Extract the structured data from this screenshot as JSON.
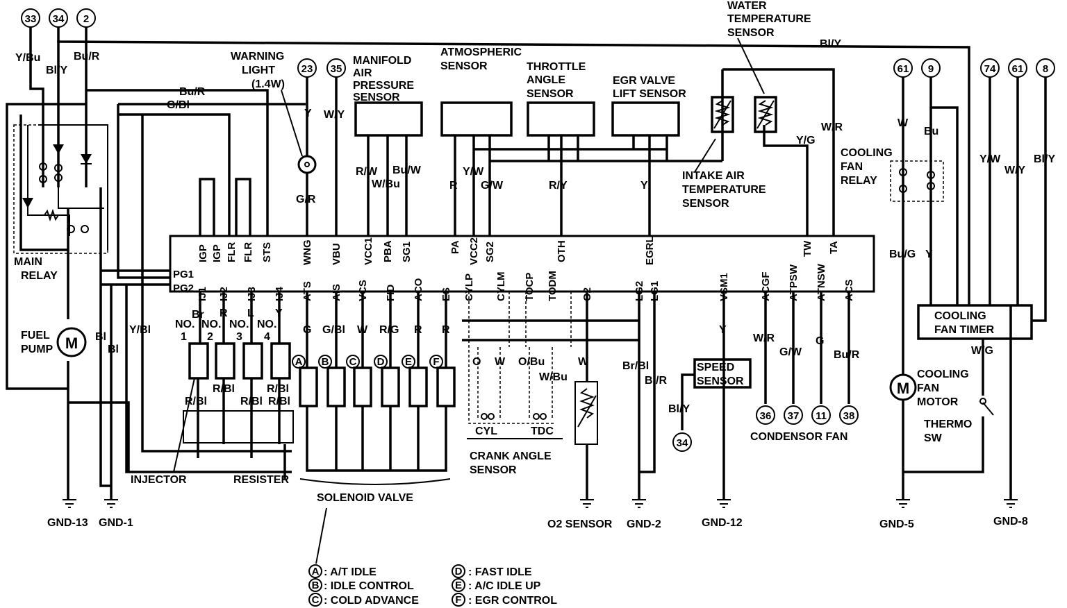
{
  "connectors_top": [
    {
      "id": "c33",
      "label": "33"
    },
    {
      "id": "c34",
      "label": "34"
    },
    {
      "id": "c2",
      "label": "2"
    },
    {
      "id": "c23",
      "label": "23"
    },
    {
      "id": "c35",
      "label": "35"
    },
    {
      "id": "c61a",
      "label": "61"
    },
    {
      "id": "c9",
      "label": "9"
    },
    {
      "id": "c74",
      "label": "74"
    },
    {
      "id": "c61b",
      "label": "61"
    },
    {
      "id": "c8",
      "label": "8"
    }
  ],
  "connectors_bottom": [
    {
      "id": "c34b",
      "label": "34"
    },
    {
      "id": "c36",
      "label": "36"
    },
    {
      "id": "c37",
      "label": "37"
    },
    {
      "id": "c11",
      "label": "11"
    },
    {
      "id": "c38",
      "label": "38"
    }
  ],
  "wires": [
    {
      "id": "w-ybu",
      "label": "Y/Bu"
    },
    {
      "id": "w-bly1",
      "label": "Bl/Y"
    },
    {
      "id": "w-bur1",
      "label": "Bu/R"
    },
    {
      "id": "w-bly-top",
      "label": "Bl/Y"
    },
    {
      "id": "w-bur2",
      "label": "Bu/R"
    },
    {
      "id": "w-gbl",
      "label": "G/Bl"
    },
    {
      "id": "w-y23",
      "label": "Y"
    },
    {
      "id": "w-gr",
      "label": "G/R"
    },
    {
      "id": "w-wy35",
      "label": "W/Y"
    },
    {
      "id": "w-rw",
      "label": "R/W"
    },
    {
      "id": "w-wbu",
      "label": "W/Bu"
    },
    {
      "id": "w-buw",
      "label": "Bu/W"
    },
    {
      "id": "w-r-pa",
      "label": "R"
    },
    {
      "id": "w-yw",
      "label": "Y/W"
    },
    {
      "id": "w-gw",
      "label": "G/W"
    },
    {
      "id": "w-ry",
      "label": "R/Y"
    },
    {
      "id": "w-y-egrl",
      "label": "Y"
    },
    {
      "id": "w-yg",
      "label": "Y/G"
    },
    {
      "id": "w-wr-ta",
      "label": "W/R"
    },
    {
      "id": "w-w61",
      "label": "W"
    },
    {
      "id": "w-bu9",
      "label": "Bu"
    },
    {
      "id": "w-bug",
      "label": "Bu/G"
    },
    {
      "id": "w-y-relay",
      "label": "Y"
    },
    {
      "id": "w-yw74",
      "label": "Y/W"
    },
    {
      "id": "w-wy61",
      "label": "W/Y"
    },
    {
      "id": "w-bly8",
      "label": "Bl/Y"
    },
    {
      "id": "w-wg",
      "label": "W/G"
    },
    {
      "id": "w-bl1",
      "label": "Bl"
    },
    {
      "id": "w-bl2",
      "label": "Bl"
    },
    {
      "id": "w-ybl",
      "label": "Y/Bl"
    },
    {
      "id": "w-br",
      "label": "Br"
    },
    {
      "id": "w-r-ij2",
      "label": "R"
    },
    {
      "id": "w-l-ij3",
      "label": "L"
    },
    {
      "id": "w-y-ij4",
      "label": "Y"
    },
    {
      "id": "w-rbl1",
      "label": "R/Bl"
    },
    {
      "id": "w-rbl2",
      "label": "R/Bl"
    },
    {
      "id": "w-rbl3",
      "label": "R/Bl"
    },
    {
      "id": "w-rbl4",
      "label": "R/Bl"
    },
    {
      "id": "w-rbl5",
      "label": "R/Bl"
    },
    {
      "id": "w-g-ats",
      "label": "G"
    },
    {
      "id": "w-gbl-ais",
      "label": "G/Bl"
    },
    {
      "id": "w-w-vcs",
      "label": "W"
    },
    {
      "id": "w-rg",
      "label": "R/G"
    },
    {
      "id": "w-r-aco",
      "label": "R"
    },
    {
      "id": "w-r-es",
      "label": "R"
    },
    {
      "id": "w-o",
      "label": "O"
    },
    {
      "id": "w-w-cylm",
      "label": "W"
    },
    {
      "id": "w-obu",
      "label": "O/Bu"
    },
    {
      "id": "w-wbu2",
      "label": "W/Bu"
    },
    {
      "id": "w-w-o2",
      "label": "W"
    },
    {
      "id": "w-brbl",
      "label": "Br/Bl"
    },
    {
      "id": "w-blr",
      "label": "Bl/R"
    },
    {
      "id": "w-y-vsm",
      "label": "Y"
    },
    {
      "id": "w-bly-spd",
      "label": "Bl/Y"
    },
    {
      "id": "w-wr-acgf",
      "label": "W/R"
    },
    {
      "id": "w-gw2",
      "label": "G/W"
    },
    {
      "id": "w-g-atnsw",
      "label": "G"
    },
    {
      "id": "w-bur-acs",
      "label": "Bu/R"
    }
  ],
  "ecu_pins_top": [
    {
      "id": "p-igp1",
      "label": "IGP"
    },
    {
      "id": "p-igp2",
      "label": "IGP"
    },
    {
      "id": "p-flr1",
      "label": "FLR"
    },
    {
      "id": "p-flr2",
      "label": "FLR"
    },
    {
      "id": "p-sts",
      "label": "STS"
    },
    {
      "id": "p-wng",
      "label": "WNG"
    },
    {
      "id": "p-vbu",
      "label": "VBU"
    },
    {
      "id": "p-vcc1",
      "label": "VCC1"
    },
    {
      "id": "p-pba",
      "label": "PBA"
    },
    {
      "id": "p-sg1",
      "label": "SG1"
    },
    {
      "id": "p-pa",
      "label": "PA"
    },
    {
      "id": "p-vcc2",
      "label": "VCC2"
    },
    {
      "id": "p-sg2",
      "label": "SG2"
    },
    {
      "id": "p-oth",
      "label": "OTH"
    },
    {
      "id": "p-egrl",
      "label": "EGRL"
    },
    {
      "id": "p-tw",
      "label": "TW"
    },
    {
      "id": "p-ta",
      "label": "TA"
    }
  ],
  "ecu_pins_bottom": [
    {
      "id": "p-ij1",
      "label": "IJ1"
    },
    {
      "id": "p-ij2",
      "label": "IJ2"
    },
    {
      "id": "p-ij3",
      "label": "IJ3"
    },
    {
      "id": "p-ij4",
      "label": "IJ4"
    },
    {
      "id": "p-ats",
      "label": "ATS"
    },
    {
      "id": "p-ais",
      "label": "AIS"
    },
    {
      "id": "p-vcs",
      "label": "VCS"
    },
    {
      "id": "p-fid",
      "label": "FID"
    },
    {
      "id": "p-aco",
      "label": "ACO"
    },
    {
      "id": "p-es",
      "label": "ES"
    },
    {
      "id": "p-cylp",
      "label": "CYLP"
    },
    {
      "id": "p-cylm",
      "label": "CYLM"
    },
    {
      "id": "p-tocp",
      "label": "TOCP"
    },
    {
      "id": "p-todm",
      "label": "TODM"
    },
    {
      "id": "p-o2",
      "label": "O2"
    },
    {
      "id": "p-lg2",
      "label": "LG2"
    },
    {
      "id": "p-lg1",
      "label": "LG1"
    },
    {
      "id": "p-vsm1",
      "label": "VSM1"
    },
    {
      "id": "p-acgf",
      "label": "ACGF"
    },
    {
      "id": "p-atpsw",
      "label": "ATPSW"
    },
    {
      "id": "p-atnsw",
      "label": "ATNSW"
    },
    {
      "id": "p-acs",
      "label": "ACS"
    }
  ],
  "ecu_pins_left": [
    {
      "id": "p-pg1",
      "label": "PG1"
    },
    {
      "id": "p-pg2",
      "label": "PG2"
    }
  ],
  "components": {
    "warning_light": [
      "WARNING",
      "LIGHT",
      "(1.4W)"
    ],
    "map_sensor": [
      "MANIFOLD",
      "AIR",
      "PRESSURE",
      "SENSOR"
    ],
    "atm_sensor": [
      "ATMOSPHERIC",
      "SENSOR"
    ],
    "throttle_sensor": [
      "THROTTLE",
      "ANGLE",
      "SENSOR"
    ],
    "egr_sensor": [
      "EGR VALVE",
      "LIFT SENSOR"
    ],
    "water_temp": [
      "WATER",
      "TEMPERATURE",
      "SENSOR"
    ],
    "intake_temp": [
      "INTAKE AIR",
      "TEMPERATURE",
      "SENSOR"
    ],
    "cooling_relay": [
      "COOLING",
      "FAN",
      "RELAY"
    ],
    "main_relay": [
      "MAIN",
      "RELAY"
    ],
    "fuel_pump": [
      "FUEL",
      "PUMP"
    ],
    "motor_symbol": "M",
    "injectors": [
      "NO.",
      "1",
      "NO.",
      "2",
      "NO.",
      "3",
      "NO.",
      "4"
    ],
    "valve_letters": [
      "A",
      "B",
      "C",
      "D",
      "E",
      "F"
    ],
    "injector_label": "INJECTOR",
    "resister_label": "RESISTER",
    "solenoid_label": "SOLENOID VALVE",
    "cyl_label": "CYL",
    "tdc_label": "TDC",
    "crank_label": [
      "CRANK ANGLE",
      "SENSOR"
    ],
    "speed_sensor": [
      "SPEED",
      "SENSOR"
    ],
    "condensor_fan": "CONDENSOR FAN",
    "cooling_timer": [
      "COOLING",
      "FAN TIMER"
    ],
    "cooling_motor": [
      "COOLING",
      "FAN",
      "MOTOR"
    ],
    "thermo_sw": [
      "THERMO",
      "SW"
    ]
  },
  "grounds": [
    "GND-13",
    "GND-1",
    "O2 SENSOR",
    "GND-2",
    "GND-12",
    "GND-5",
    "GND-8"
  ],
  "legend": [
    {
      "letter": "A",
      "text": ": A/T IDLE"
    },
    {
      "letter": "B",
      "text": ": IDLE CONTROL"
    },
    {
      "letter": "C",
      "text": ": COLD ADVANCE"
    },
    {
      "letter": "D",
      "text": ": FAST IDLE"
    },
    {
      "letter": "E",
      "text": ": A/C IDLE UP"
    },
    {
      "letter": "F",
      "text": ": EGR CONTROL"
    }
  ]
}
